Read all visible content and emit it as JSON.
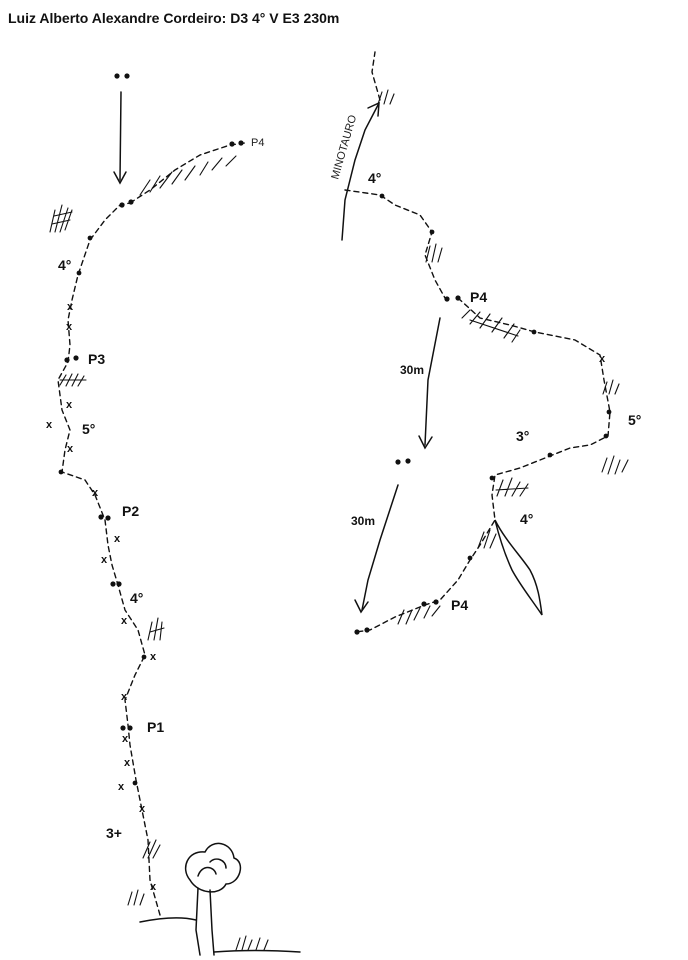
{
  "title": {
    "climber": "Luiz Alberto Alexandre Cordeiro:",
    "grade": "D3 4° V E3",
    "length": "230m"
  },
  "left_route": {
    "pitch_labels": [
      "P1",
      "P2",
      "P3",
      "P4"
    ],
    "grades": [
      "3+",
      "4°",
      "5°",
      "4°"
    ]
  },
  "right_route": {
    "route_name": "MINOTAURO",
    "pitch_labels": [
      "P4",
      "P4"
    ],
    "grades": [
      "4°",
      "5°",
      "3°",
      "4°"
    ],
    "rappels": [
      "30m",
      "30m"
    ]
  },
  "colors": {
    "ink": "#111111",
    "paper": "#ffffff"
  }
}
